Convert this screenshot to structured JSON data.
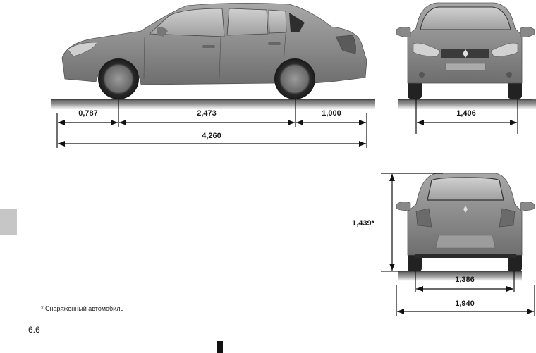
{
  "page": {
    "page_number": "6.6",
    "footnote": "* Снаряженный автомобиль"
  },
  "views": {
    "side": {
      "name": "side-view",
      "dimensions": {
        "front_overhang": "0,787",
        "wheelbase": "2,473",
        "rear_overhang": "1,000",
        "overall_length": "4,260"
      }
    },
    "front": {
      "name": "front-view",
      "dimensions": {
        "front_track": "1,406"
      }
    },
    "rear": {
      "name": "rear-view",
      "dimensions": {
        "height": "1,439*",
        "rear_track": "1,386",
        "overall_width": "1,940"
      }
    }
  },
  "colors": {
    "body": "#8a8a8a",
    "glass": "#b9b9b9",
    "ground": "#6e6e6e",
    "tab": "#c6c6c6",
    "line": "#111111"
  }
}
